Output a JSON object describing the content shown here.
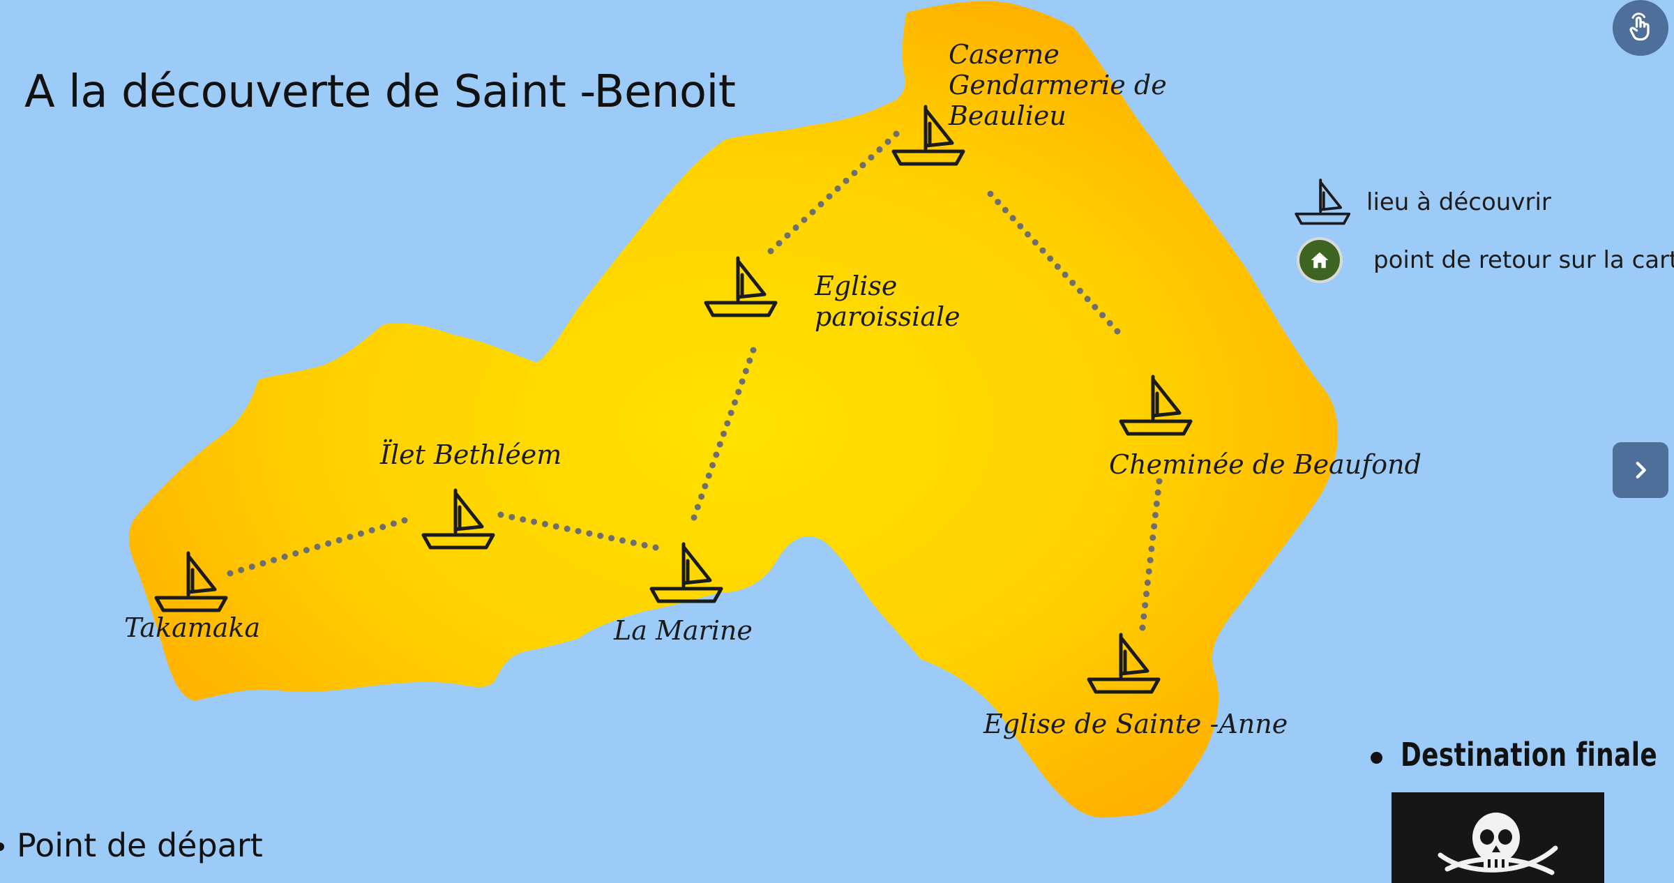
{
  "title": "A la découverte de Saint -Benoit",
  "places": [
    {
      "id": "takamaka",
      "label": "Takamaka"
    },
    {
      "id": "ilet-bethleem",
      "label": "Ïlet  Bethléem"
    },
    {
      "id": "la-marine",
      "label": "La Marine"
    },
    {
      "id": "eglise-paroissiale",
      "label": "Eglise\nparoissiale"
    },
    {
      "id": "caserne",
      "label": "Caserne\nGendarmerie de\nBeaulieu"
    },
    {
      "id": "cheminee",
      "label": "Cheminée de Beaufond"
    },
    {
      "id": "eglise-sainte-anne",
      "label": "Eglise de Sainte -Anne"
    }
  ],
  "legend": {
    "discover_label": "lieu à découvrir",
    "return_label": "point de retour sur la carte",
    "discover_icon": "sailboat-icon",
    "return_icon": "home-icon"
  },
  "final_destination_label": "Destination finale",
  "start_label": "Point de départ",
  "controls": {
    "top_right_icon": "touch-hand-icon",
    "next_icon": "chevron-right-icon"
  },
  "colors": {
    "sea": "#9ccbf8",
    "island_center": "#ffdc02",
    "island_edge": "#ffb300",
    "nav_button": "#4d6f9a",
    "return_badge": "#3d6521"
  }
}
